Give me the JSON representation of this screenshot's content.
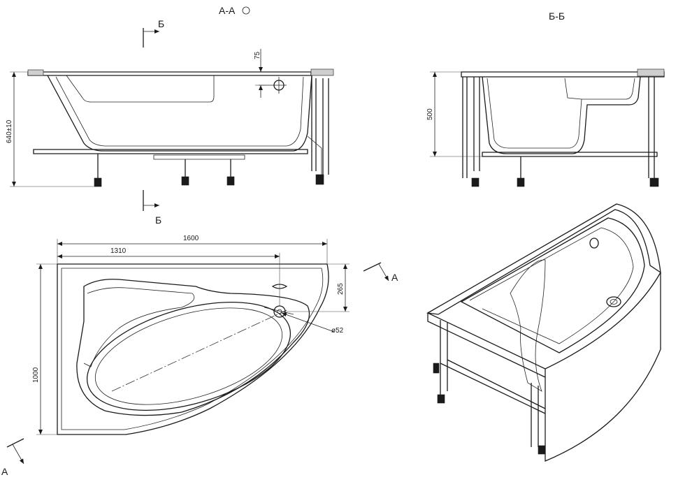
{
  "views": {
    "section_aa": {
      "title": "А-А"
    },
    "section_bb": {
      "title": "Б-Б"
    }
  },
  "markers": {
    "b_top": "Б",
    "b_bottom": "Б",
    "a_right": "А",
    "a_left": "А"
  },
  "dimensions": {
    "height_total": "640±10",
    "drain_offset": "75",
    "height_bb": "500",
    "length_total": "1600",
    "length_drain": "1310",
    "drain_from_edge": "265",
    "width_total": "1000",
    "drain_diameter": "ø52"
  }
}
